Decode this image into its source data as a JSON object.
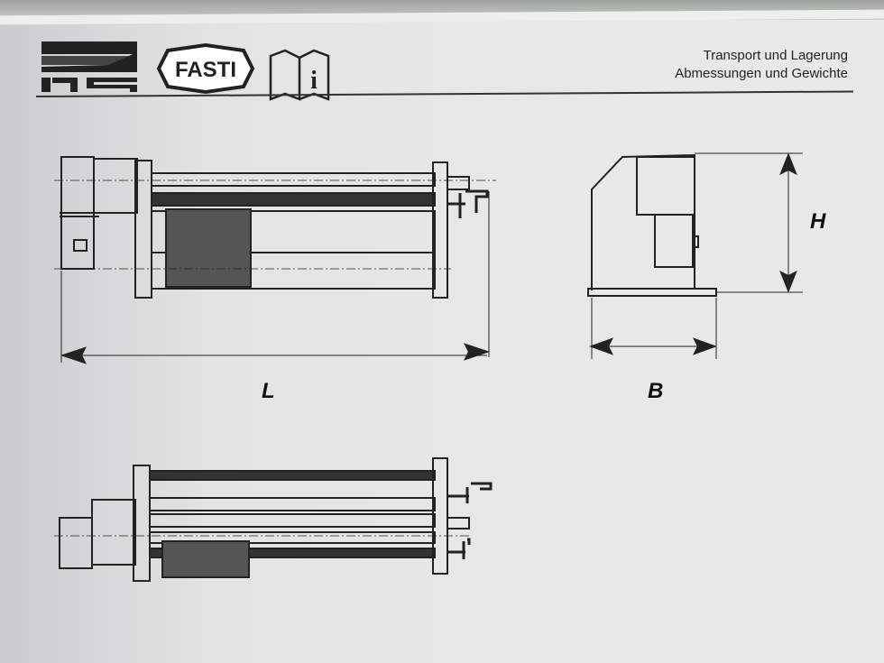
{
  "header": {
    "logos": {
      "company": "hs",
      "brand": "FASTI",
      "info": "i"
    },
    "title_line1": "Transport und Lagerung",
    "title_line2": "Abmessungen und Gewichte"
  },
  "dimensions": {
    "length": "L",
    "width": "B",
    "height": "H"
  }
}
